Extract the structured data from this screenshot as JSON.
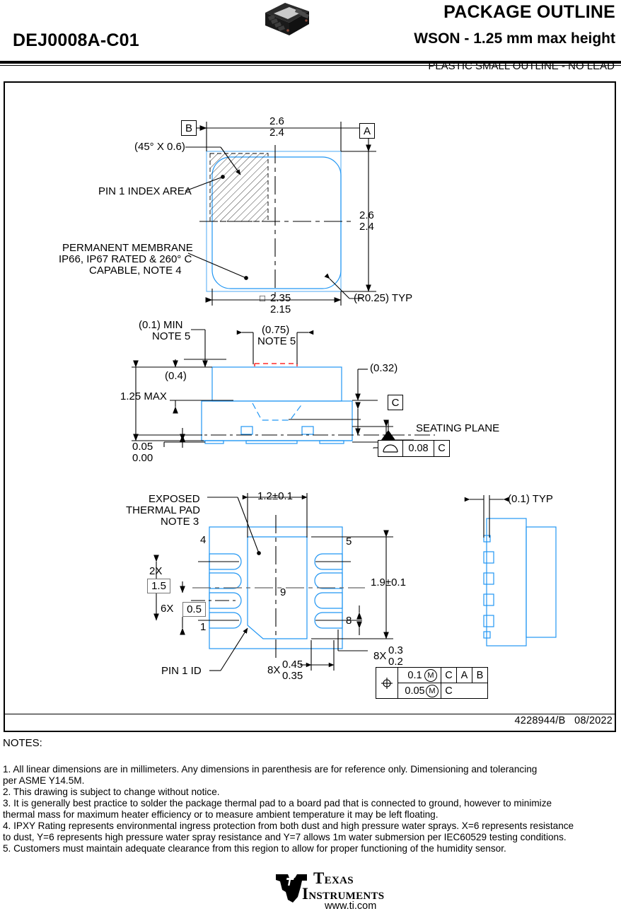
{
  "header": {
    "title": "PACKAGE OUTLINE",
    "subtitle": "WSON - 1.25 mm max height",
    "part_number": "DEJ0008A-C01",
    "package_family": "PLASTIC SMALL OUTLINE - NO LEAD",
    "package_icon": "wson-package-photo"
  },
  "drawing": {
    "doc_number": "4228944/B   08/2022",
    "top_view": {
      "datum_b": "B",
      "datum_a": "A",
      "width_max": "2.6",
      "width_min": "2.4",
      "height_max": "2.6",
      "height_min": "2.4",
      "chamfer": "(45° X 0.6)",
      "pin1_index": "PIN 1 INDEX AREA",
      "membrane_line1": "PERMANENT MEMBRANE",
      "membrane_line2": "IP66, IP67 RATED & 260° C",
      "membrane_line3": "CAPABLE, NOTE 4",
      "body_sq_max": "2.35",
      "body_sq_min": "2.15",
      "corner_radius": "(R0.25) TYP",
      "square_symbol": "□"
    },
    "side_view": {
      "standoff_note_l1": "(0.1) MIN",
      "standoff_note_l2": "NOTE 5",
      "window_l1": "(0.75)",
      "window_l2": "NOTE 5",
      "lid_height": "(0.4)",
      "total_height": "1.25 MAX",
      "lead_thk_max": "0.05",
      "lead_thk_min": "0.00",
      "pad_depth": "(0.32)",
      "datum_c": "C",
      "seating_plane": "SEATING PLANE",
      "flatness_symbol": "flatness-icon",
      "flatness_value": "0.08",
      "flatness_datum": "C"
    },
    "bottom_view": {
      "thermal_pad_l1": "EXPOSED",
      "thermal_pad_l2": "THERMAL PAD",
      "thermal_pad_l3": "NOTE 3",
      "pad_width": "1.2±0.1",
      "pad_height": "1.9±0.1",
      "pitch_span_count": "2X",
      "pitch_span": "1.5",
      "pitch_count": "6X",
      "pitch": "0.5",
      "pin1_id": "PIN 1 ID",
      "lead_len_count": "8X",
      "lead_len_max": "0.45",
      "lead_len_min": "0.35",
      "lead_wid_count": "8X",
      "lead_wid_max": "0.3",
      "lead_wid_min": "0.2",
      "pin_numbers": [
        "4",
        "5",
        "9",
        "1",
        "8"
      ],
      "position_symbol": "true-position-icon",
      "tol_primary": "0.1",
      "tol_primary_mod": "M",
      "tol_primary_datums": [
        "C",
        "A",
        "B"
      ],
      "tol_secondary": "0.05",
      "tol_secondary_mod": "M",
      "tol_secondary_datums": [
        "C"
      ],
      "side_profile_dim": "(0.1) TYP"
    }
  },
  "notes": {
    "heading": "NOTES:",
    "items": [
      "1. All linear dimensions are in millimeters. Any dimensions in parenthesis are for reference only. Dimensioning and tolerancing",
      "     per ASME Y14.5M.",
      "2. This drawing is subject to change without notice.",
      "3. It is generally best practice to solder the package thermal pad to a board pad that is connected to ground, however to minimize",
      "     thermal mass for maximum heater efficiency or to measure ambient temperature it may be left floating.",
      "4. IPXY Rating represents environmental ingress protection from both dust and high pressure water sprays. X=6 represents resistance",
      "     to dust, Y=6 represents high pressure water spray resistance and Y=7 allows 1m water submersion per IEC60529 testing conditions.",
      "5. Customers must maintain adequate clearance from this region to allow for proper functioning of the humidity sensor."
    ]
  },
  "footer": {
    "company_line1": "Texas",
    "company_line2": "Instruments",
    "url": "www.ti.com",
    "logo": "ti-logo-icon"
  },
  "colors": {
    "outline_blue": "#2196f3",
    "outline_light_blue": "#6cb8f5",
    "center_line_gray": "#666666",
    "accent_red": "#ff0000"
  }
}
